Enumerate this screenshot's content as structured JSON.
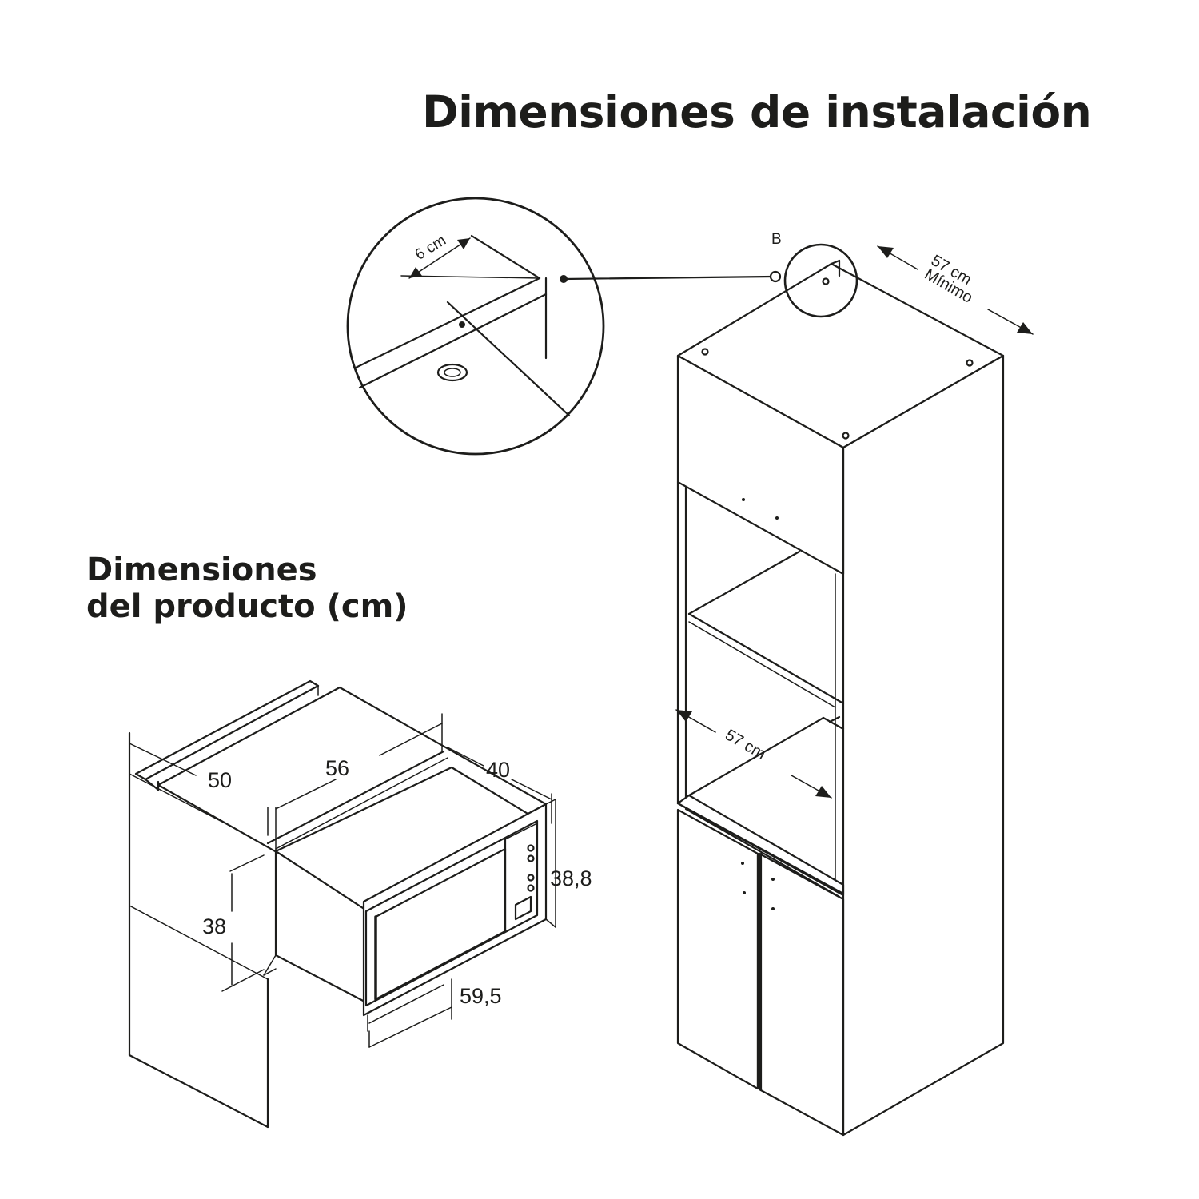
{
  "titles": {
    "installation": "Dimensiones de instalación",
    "product_line1": "Dimensiones",
    "product_line2": "del producto (cm)"
  },
  "detail": {
    "label_point": "B",
    "gap": "6 cm"
  },
  "cabinet": {
    "depth_value": "57 cm",
    "depth_note": "Mínimo",
    "width_value": "57 cm"
  },
  "product": {
    "depth_cabinet": "50",
    "depth_unit": "56",
    "depth_front": "40",
    "height_outer": "38,8",
    "height_inner": "38",
    "width": "59,5"
  }
}
